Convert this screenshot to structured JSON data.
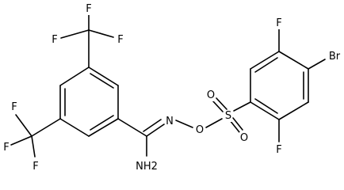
{
  "molecule": {
    "labels": {
      "f_top_1": "F",
      "f_top_2": "F",
      "f_top_3": "F",
      "f_left_1": "F",
      "f_left_2": "F",
      "f_left_3": "F",
      "n_imine": "N",
      "o_link": "O",
      "s_sulfonyl": "S",
      "o_sulfonyl_1": "O",
      "o_sulfonyl_2": "O",
      "nh2": "NH2",
      "f_ring_top": "F",
      "br": "Br",
      "f_ring_bottom": "F"
    }
  }
}
